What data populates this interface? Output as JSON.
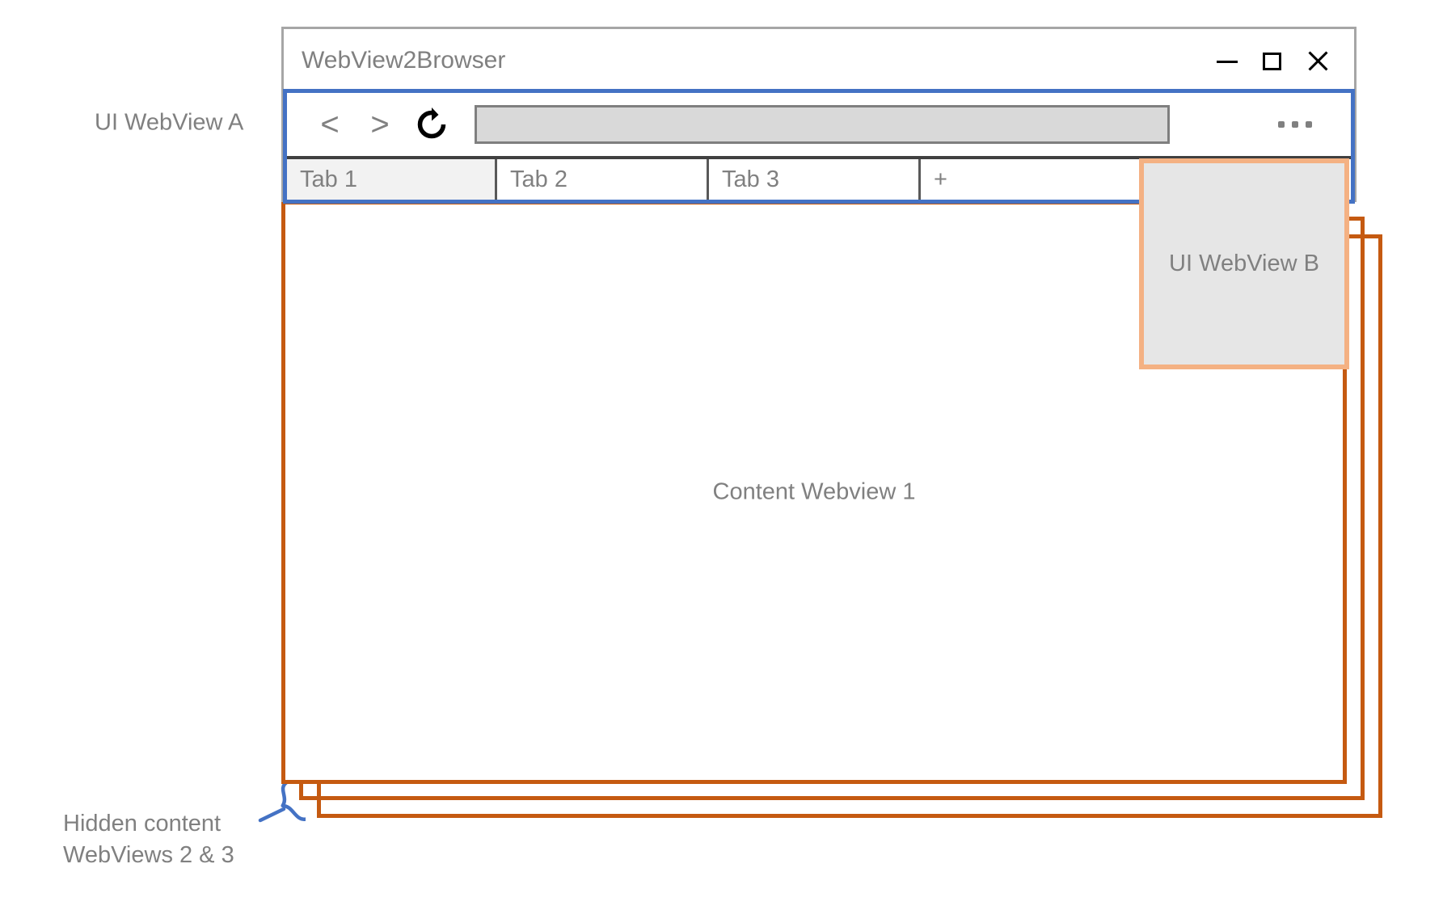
{
  "annotations": {
    "ui_webview_a_label": "UI WebView A",
    "hidden_content_label": "Hidden content\nWebViews 2 & 3"
  },
  "window": {
    "title": "WebView2Browser",
    "controls": {
      "minimize": "minimize-icon",
      "maximize": "maximize-icon",
      "close": "close-icon"
    }
  },
  "toolbar": {
    "back_label": "<",
    "forward_label": ">",
    "reload_icon": "reload-icon",
    "address_bar_value": "",
    "address_bar_placeholder": "",
    "menu_icon": "ellipsis-icon"
  },
  "tabs": [
    {
      "label": "Tab 1",
      "active": true
    },
    {
      "label": "Tab 2",
      "active": false
    },
    {
      "label": "Tab 3",
      "active": false
    }
  ],
  "new_tab_label": "+",
  "content": {
    "webview_1_label": "Content Webview 1"
  },
  "ui_webview_b": {
    "label": "UI WebView B"
  },
  "colors": {
    "window_frame": "#A6A6A6",
    "ui_webview_a_border": "#4472C4",
    "ui_webview_b_border": "#F4B183",
    "ui_webview_b_fill": "#E6E6E6",
    "content_webview_border": "#C55A11",
    "text_gray": "#808080",
    "address_bar_fill": "#D9D9D9",
    "address_bar_border": "#7F7F7F",
    "active_tab_fill": "#F2F2F2",
    "brace_blue": "#4472C4"
  }
}
